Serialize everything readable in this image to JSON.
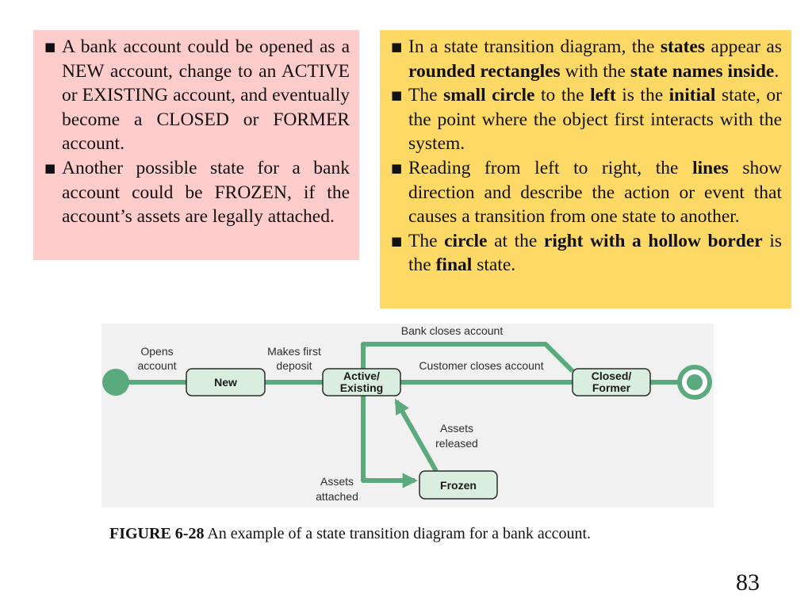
{
  "left_box": {
    "bullets": [
      [
        {
          "t": "A bank account could be opened as a NEW account, change to an ACTIVE or EXISTING account, and eventually become a CLOSED or FORMER account.",
          "b": false
        }
      ],
      [
        {
          "t": "Another possible state for a bank account could be FROZEN, if the account’s assets are legally attached.",
          "b": false
        }
      ]
    ]
  },
  "right_box": {
    "bullets": [
      [
        {
          "t": "In a state transition diagram, the ",
          "b": false
        },
        {
          "t": "states",
          "b": true
        },
        {
          "t": " appear as ",
          "b": false
        },
        {
          "t": "rounded rectangles",
          "b": true
        },
        {
          "t": " with the ",
          "b": false
        },
        {
          "t": "state names inside",
          "b": true
        },
        {
          "t": ".",
          "b": false
        }
      ],
      [
        {
          "t": "The ",
          "b": false
        },
        {
          "t": "small circle",
          "b": true
        },
        {
          "t": " to the ",
          "b": false
        },
        {
          "t": "left",
          "b": true
        },
        {
          "t": " is the ",
          "b": false
        },
        {
          "t": "initial",
          "b": true
        },
        {
          "t": " state, or the point where the object first interacts with the system.",
          "b": false
        }
      ],
      [
        {
          "t": "Reading from left to right, the ",
          "b": false
        },
        {
          "t": "lines",
          "b": true
        },
        {
          "t": " show direction and describe the action or event that causes a transition from one state to another.",
          "b": false
        }
      ],
      [
        {
          "t": "The ",
          "b": false
        },
        {
          "t": "circle",
          "b": true
        },
        {
          "t": " at the ",
          "b": false
        },
        {
          "t": "right with a hollow border",
          "b": true
        },
        {
          "t": " is the ",
          "b": false
        },
        {
          "t": "final",
          "b": true
        },
        {
          "t": " state.",
          "b": false
        }
      ]
    ]
  },
  "diagram": {
    "states": {
      "new": "New",
      "active": [
        "Active/",
        "Existing"
      ],
      "closed": [
        "Closed/",
        "Former"
      ],
      "frozen": "Frozen"
    },
    "transitions": {
      "opens_account": [
        "Opens",
        "account"
      ],
      "makes_first_deposit": [
        "Makes first",
        "deposit"
      ],
      "bank_closes_account": "Bank closes account",
      "customer_closes_account": "Customer closes account",
      "assets_released": [
        "Assets",
        "released"
      ],
      "assets_attached": [
        "Assets",
        "attached"
      ]
    },
    "colors": {
      "line": "#5aaa7e",
      "state_fill": "#daeee0",
      "state_border": "#2b2b2b",
      "background": "#f1f1f1"
    }
  },
  "caption": {
    "figure": "FIGURE 6-28",
    "text": " An example of a state transition diagram for a bank account."
  },
  "page_number": "83"
}
